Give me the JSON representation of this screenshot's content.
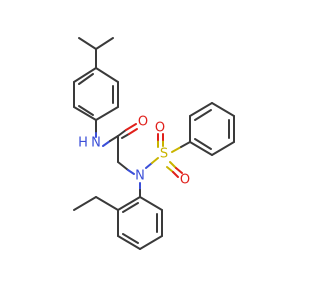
{
  "atoms": {
    "amide_nh_n": "N",
    "amide_nh_h": "H",
    "carbonyl_o": "O",
    "sulfonamide_n": "N",
    "sulfur": "S",
    "sulfonyl_o_top": "O",
    "sulfonyl_o_bottom": "O"
  }
}
